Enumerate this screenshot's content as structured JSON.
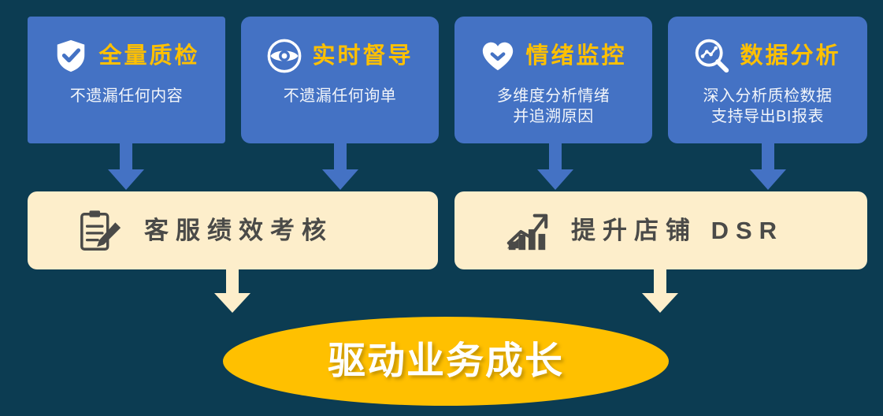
{
  "theme": {
    "background": "#0C3C52",
    "card_blue": "#4472C4",
    "card_title_gold": "#FFC000",
    "card_sub_white": "#F2F5FA",
    "bar_cream": "#FDEECB",
    "bar_text_gray": "#4A4A48",
    "ellipse_gold": "#FFC000",
    "ellipse_text": "#FFFFFF",
    "arrow_blue": "#4472C4",
    "arrow_cream": "#FDEECB"
  },
  "cards": [
    {
      "icon": "shield-check-icon",
      "title": "全量质检",
      "subtitle": "不遗漏任何内容"
    },
    {
      "icon": "eye-circle-icon",
      "title": "实时督导",
      "subtitle": "不遗漏任何询单"
    },
    {
      "icon": "heart-smile-icon",
      "title": "情绪监控",
      "subtitle": "多维度分析情绪\n并追溯原因"
    },
    {
      "icon": "magnifier-chart-icon",
      "title": "数据分析",
      "subtitle": "深入分析质检数据\n支持导出BI报表"
    }
  ],
  "bars": [
    {
      "icon": "clipboard-pencil-icon",
      "title": "客服绩效考核"
    },
    {
      "icon": "growth-bar-chart-icon",
      "title": "提升店铺 DSR"
    }
  ],
  "outcome": {
    "icon": "ellipse-badge",
    "title": "驱动业务成长"
  },
  "arrows": {
    "down_arrow_icon": "arrow-down-icon",
    "count_blue": 4,
    "count_cream": 2
  }
}
